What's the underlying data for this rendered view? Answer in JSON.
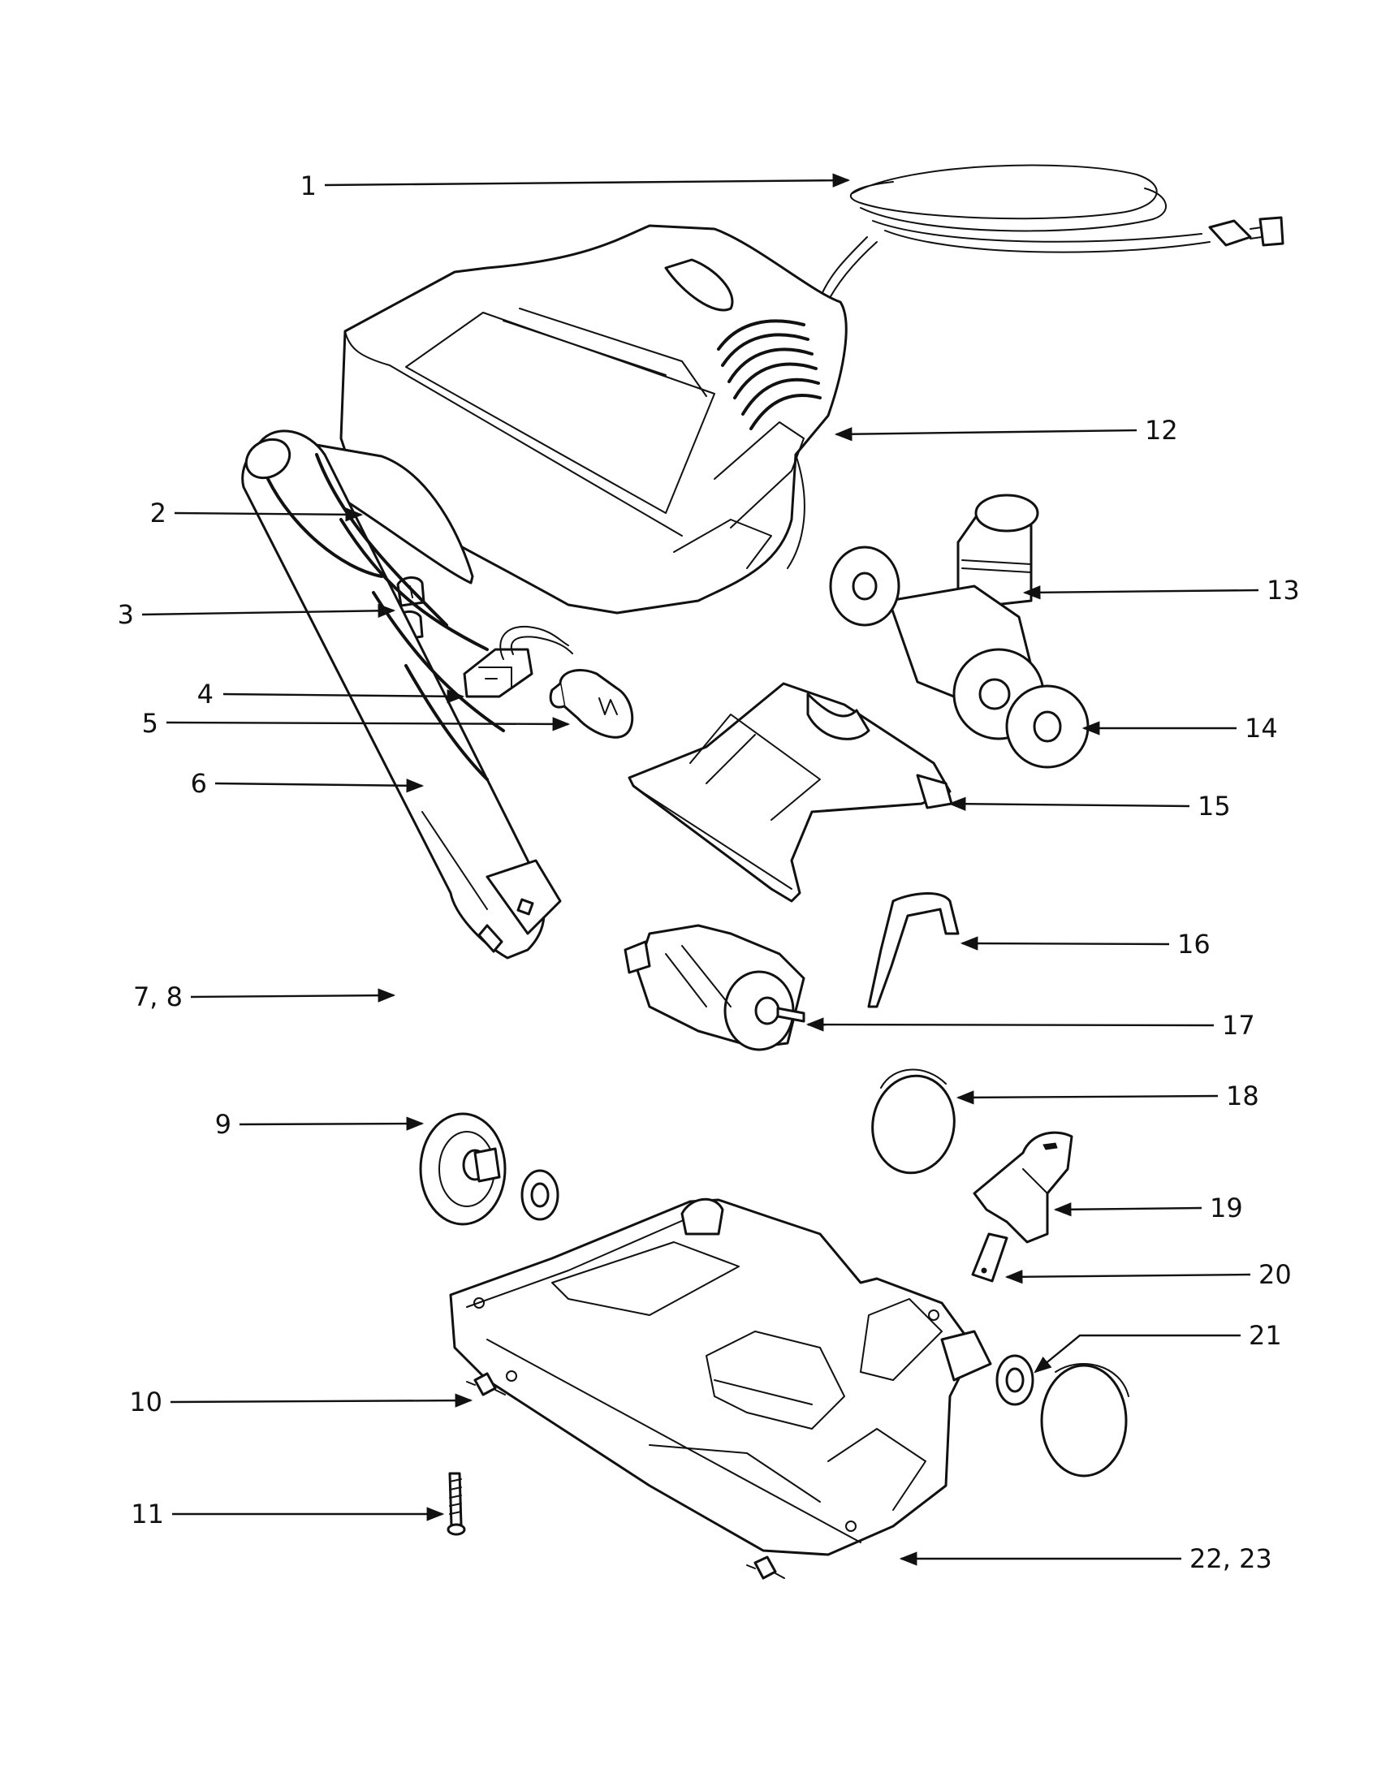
{
  "parts": [
    {
      "id": "p1",
      "label": "1",
      "icon": "power-cord-icon"
    },
    {
      "id": "p2",
      "label": "2",
      "icon": "bumper-strip-icon"
    },
    {
      "id": "p3",
      "label": "3",
      "icon": "plug-caps-icon"
    },
    {
      "id": "p4",
      "label": "4",
      "icon": "lamp-socket-icon"
    },
    {
      "id": "p5",
      "label": "5",
      "icon": "light-bulb-icon"
    },
    {
      "id": "p6",
      "label": "6",
      "icon": "wire-icon"
    },
    {
      "id": "p7",
      "label": "7, 8",
      "icon": "brush-roll-icon"
    },
    {
      "id": "p9",
      "label": "9",
      "icon": "wheel-icon"
    },
    {
      "id": "p10",
      "label": "10",
      "icon": "axle-icon"
    },
    {
      "id": "p11",
      "label": "11",
      "icon": "screw-icon"
    },
    {
      "id": "p12",
      "label": "12",
      "icon": "hood-cover-icon"
    },
    {
      "id": "p13",
      "label": "13",
      "icon": "fan-housing-icon"
    },
    {
      "id": "p14",
      "label": "14",
      "icon": "washer-icon"
    },
    {
      "id": "p15",
      "label": "15",
      "icon": "nozzle-frame-icon"
    },
    {
      "id": "p16",
      "label": "16",
      "icon": "motor-bracket-icon"
    },
    {
      "id": "p17",
      "label": "17",
      "icon": "motor-icon"
    },
    {
      "id": "p18",
      "label": "18",
      "icon": "belt-icon"
    },
    {
      "id": "p19",
      "label": "19",
      "icon": "belt-guard-icon"
    },
    {
      "id": "p20",
      "label": "20",
      "icon": "clip-icon"
    },
    {
      "id": "p21",
      "label": "21",
      "icon": "washer-icon"
    },
    {
      "id": "p22",
      "label": "22, 23",
      "icon": "base-plate-icon"
    }
  ]
}
